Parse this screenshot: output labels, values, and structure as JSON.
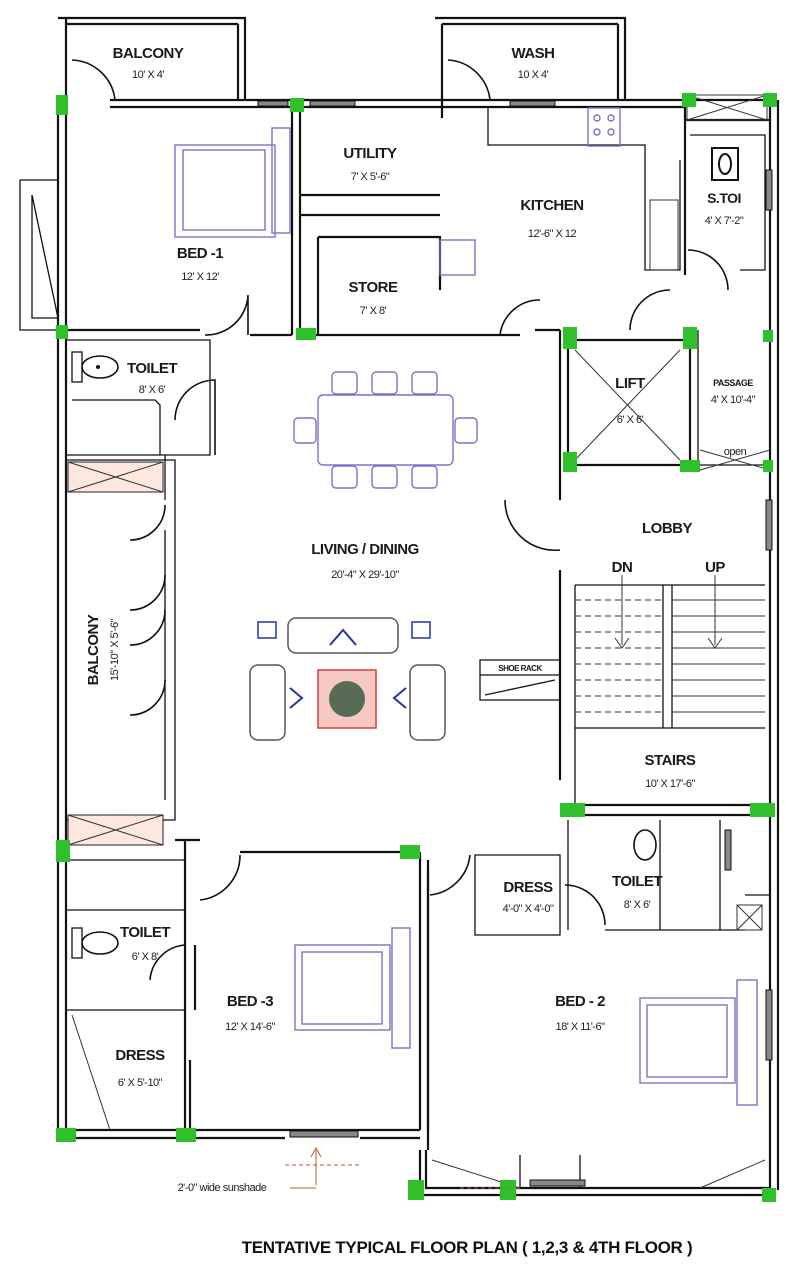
{
  "plan": {
    "title": "TENTATIVE  TYPICAL FLOOR PLAN ( 1,2,3 & 4TH FLOOR )",
    "rooms": {
      "balcony_top": {
        "name": "BALCONY",
        "size": "10' X 4'"
      },
      "wash": {
        "name": "WASH",
        "size": "10 X 4'"
      },
      "bed1": {
        "name": "BED -1",
        "size": "12' X 12'"
      },
      "utility": {
        "name": "UTILITY",
        "size": "7' X 5'-6\""
      },
      "kitchen": {
        "name": "KITCHEN",
        "size": "12'-6\" X 12"
      },
      "store": {
        "name": "STORE",
        "size": "7' X 8'"
      },
      "servant_toilet": {
        "name": "S.TOI",
        "size": "4' X 7'-2\""
      },
      "toilet1": {
        "name": "TOILET",
        "size": "8' X 6'"
      },
      "lift": {
        "name": "LIFT",
        "size": "6' X 6'"
      },
      "passage": {
        "name": "PASSAGE",
        "size": "4' X 10'-4\"",
        "note": "open"
      },
      "living": {
        "name": "LIVING / DINING",
        "size": "20'-4\" X 29'-10\""
      },
      "lobby": {
        "name": "LOBBY"
      },
      "stairs": {
        "name": "STAIRS",
        "size": "10' X 17'-6\"",
        "down": "DN",
        "up": "UP"
      },
      "balcony_side": {
        "name": "BALCONY",
        "size": "15'-10\" X 5'-6\""
      },
      "shoe_rack": {
        "name": "SHOE RACK"
      },
      "dress2": {
        "name": "DRESS",
        "size": "4'-0\" X 4'-0\""
      },
      "toilet2": {
        "name": "TOILET",
        "size": "8' X 6'"
      },
      "toilet3": {
        "name": "TOILET",
        "size": "6' X 8'"
      },
      "bed3": {
        "name": "BED -3",
        "size": "12' X 14'-6\""
      },
      "bed2": {
        "name": "BED - 2",
        "size": "18' X 11'-6\""
      },
      "dress3": {
        "name": "DRESS",
        "size": "6' X 5'-10\""
      }
    },
    "annotations": {
      "sunshade": "2'-0\" wide sunshade"
    },
    "colors": {
      "wall": "#111111",
      "column": "#2fc02b",
      "furniture": "#7b73c9",
      "sunshade": "#c0573a"
    }
  }
}
